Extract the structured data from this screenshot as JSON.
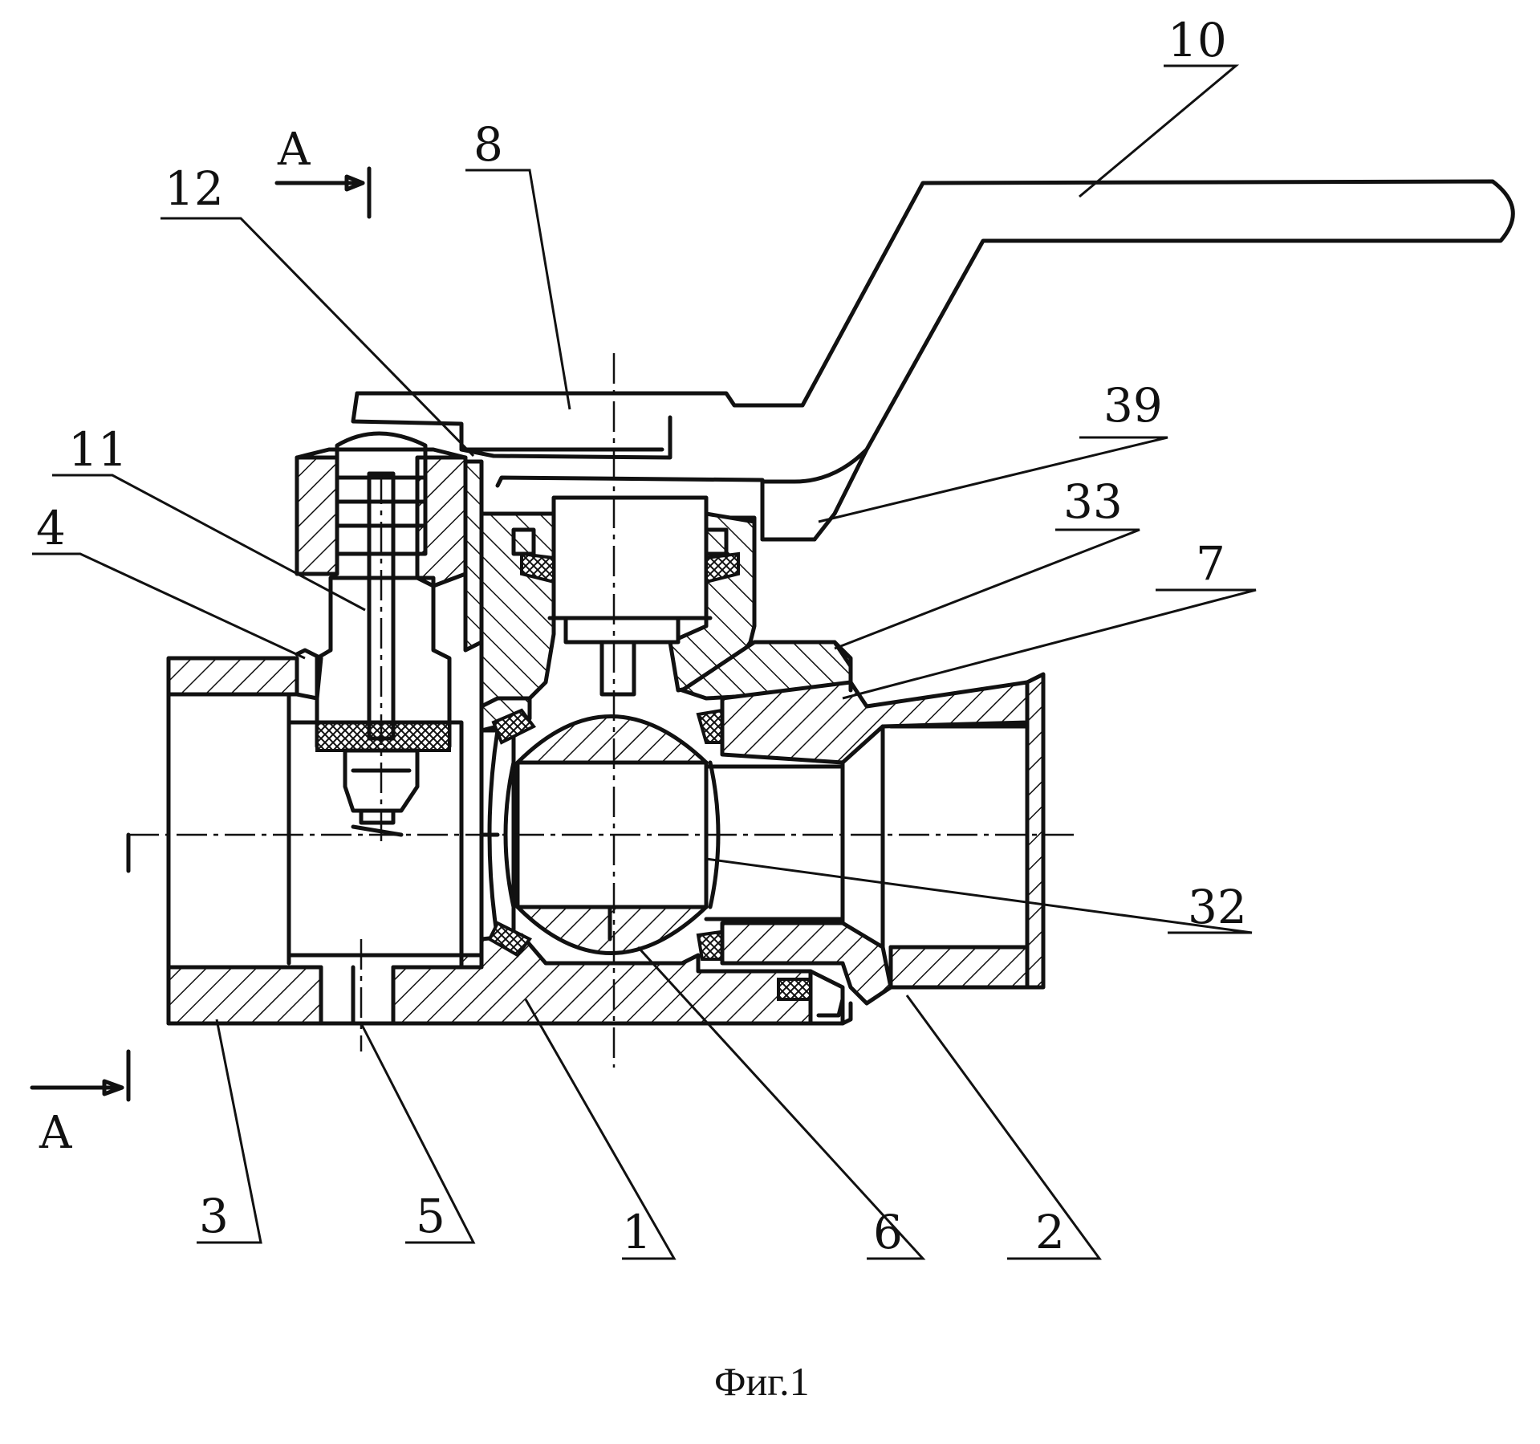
{
  "figure": {
    "caption": "Фиг.1",
    "section_mark": "А",
    "parts": [
      {
        "id": "10"
      },
      {
        "id": "8"
      },
      {
        "id": "12"
      },
      {
        "id": "11"
      },
      {
        "id": "4"
      },
      {
        "id": "39"
      },
      {
        "id": "33"
      },
      {
        "id": "7"
      },
      {
        "id": "32"
      },
      {
        "id": "3"
      },
      {
        "id": "5"
      },
      {
        "id": "1"
      },
      {
        "id": "6"
      },
      {
        "id": "2"
      }
    ]
  }
}
